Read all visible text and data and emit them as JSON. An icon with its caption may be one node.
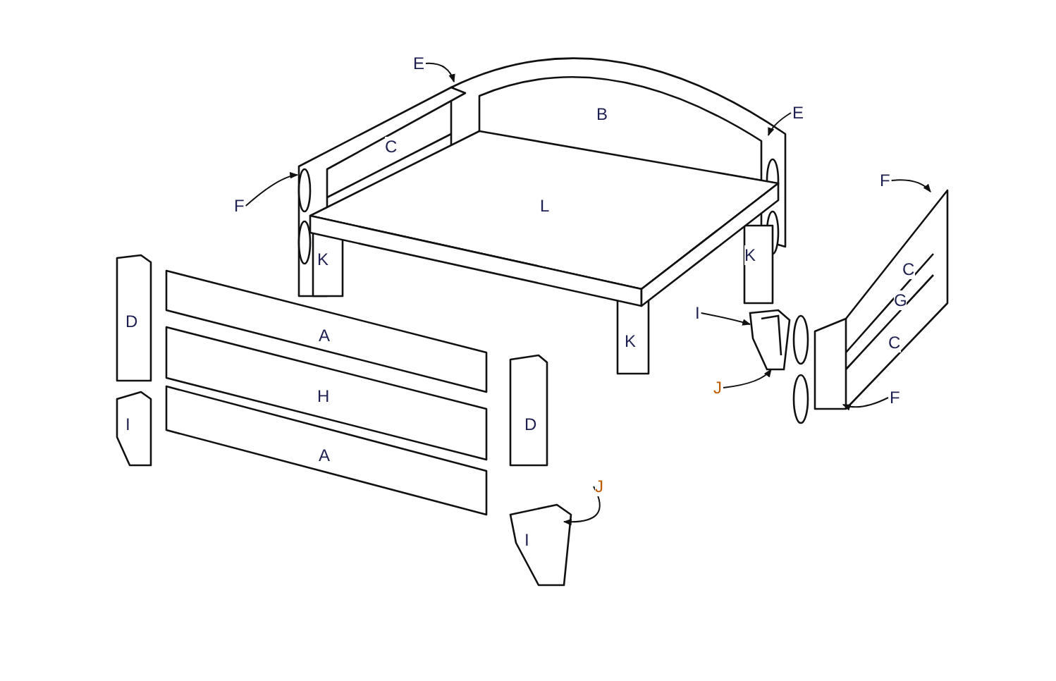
{
  "diagram": {
    "nodes": [
      {
        "text": [
          "E"
        ]
      },
      {
        "text": [
          "E"
        ]
      },
      {
        "text": [
          "F"
        ]
      },
      {
        "text": [
          "F"
        ]
      },
      {
        "text": [
          "I"
        ]
      },
      {
        "text": [
          "J"
        ]
      },
      {
        "text": [
          "F"
        ]
      },
      {
        "text": [
          "J"
        ]
      },
      {
        "text": [],
        "shape": "picture"
      }
    ],
    "edges": [
      {
        "from": 0,
        "to": null,
        "arrow": "to"
      },
      {
        "from": 1,
        "to": null,
        "arrow": "to"
      },
      {
        "from": 2,
        "to": null,
        "arrow": "to"
      },
      {
        "from": 3,
        "to": null,
        "arrow": "to"
      },
      {
        "from": 4,
        "to": 8,
        "arrow": "to"
      },
      {
        "from": 5,
        "to": 8,
        "arrow": "to"
      },
      {
        "from": 6,
        "to": null,
        "arrow": "to"
      },
      {
        "from": 7,
        "to": null,
        "arrow": "to"
      }
    ],
    "labels": [
      "B",
      "C",
      "L",
      "K",
      "K",
      "C",
      "D",
      "G",
      "A",
      "C",
      "K",
      "H",
      "D",
      "I",
      "A",
      "I"
    ]
  }
}
